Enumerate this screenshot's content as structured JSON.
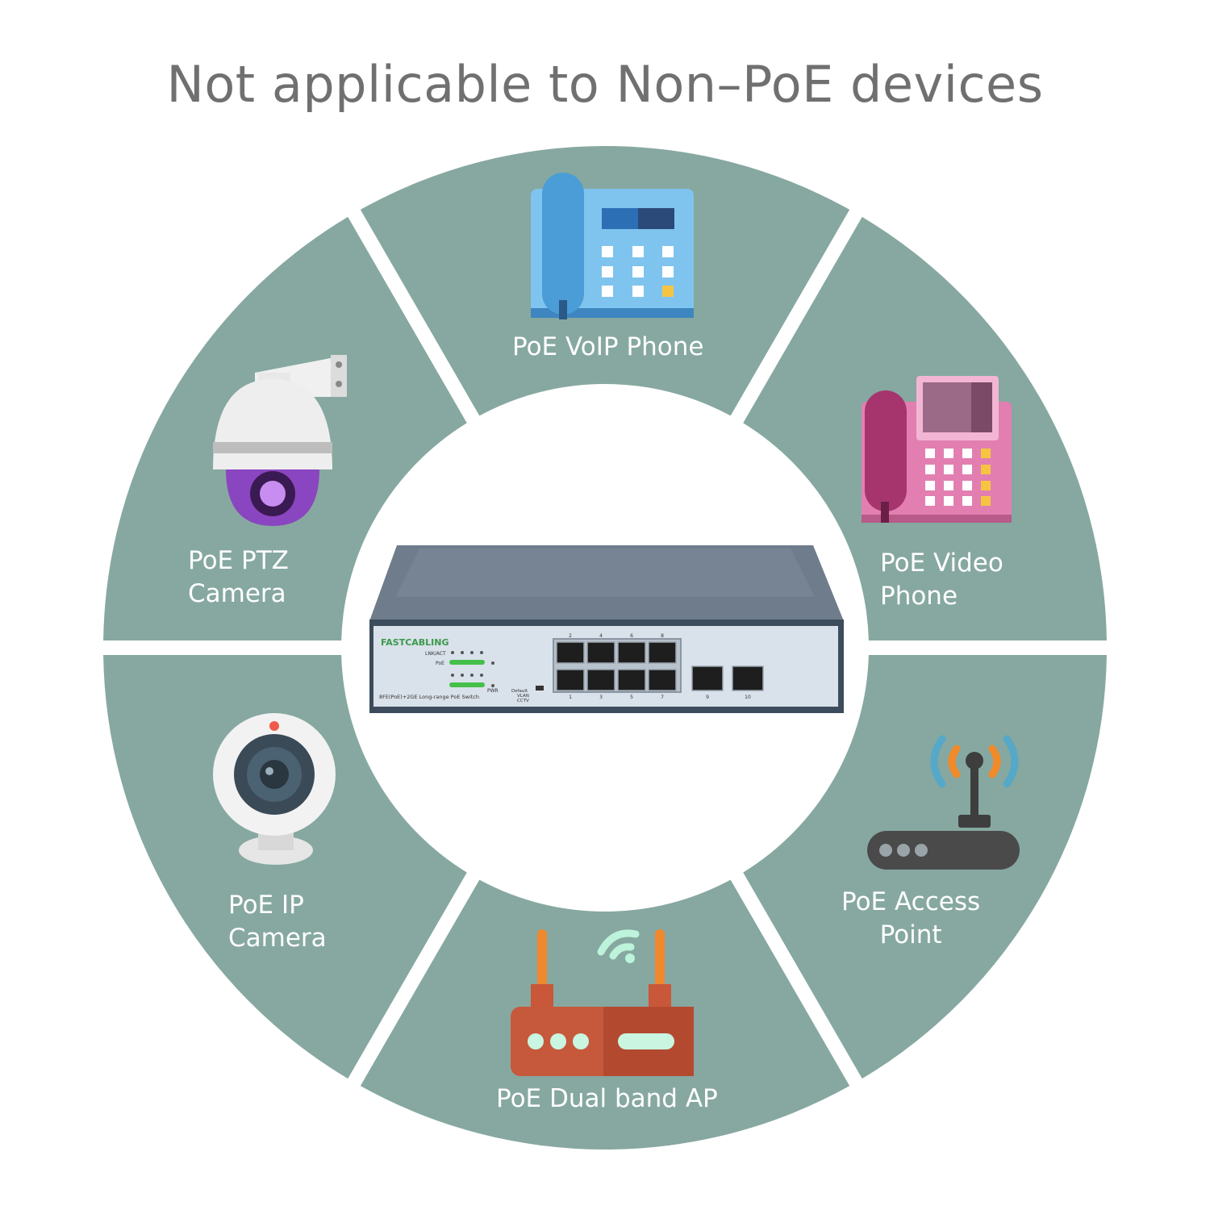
{
  "title": "Not applicable to Non–PoE devices",
  "colors": {
    "segment": "#86a8a0",
    "background": "#ffffff",
    "label": "#ffffff",
    "title": "#707070"
  },
  "devices": [
    {
      "label_lines": [
        "PoE VoIP Phone"
      ],
      "icon": "voip-phone-icon"
    },
    {
      "label_lines": [
        "PoE Video",
        "Phone"
      ],
      "icon": "video-phone-icon"
    },
    {
      "label_lines": [
        "PoE Access",
        "Point"
      ],
      "icon": "access-point-icon"
    },
    {
      "label_lines": [
        "PoE Dual band AP"
      ],
      "icon": "dual-band-router-icon"
    },
    {
      "label_lines": [
        "PoE IP",
        "Camera"
      ],
      "icon": "ip-camera-icon"
    },
    {
      "label_lines": [
        "PoE PTZ",
        "Camera"
      ],
      "icon": "ptz-camera-icon"
    }
  ],
  "center_device": {
    "icon": "poe-switch-icon",
    "brand": "FASTCABLING",
    "model_text": "8FE(PoE)+2GE Long-range PoE Switch",
    "led_labels": [
      "LNK/ACT",
      "PoE",
      "PWR"
    ],
    "mode_labels": [
      "Default",
      "VLAN",
      "CCTV"
    ],
    "top_port_numbers": [
      "2",
      "4",
      "6",
      "8"
    ],
    "bottom_port_numbers": [
      "1",
      "3",
      "5",
      "7"
    ],
    "uplink_port_numbers": [
      "9",
      "10"
    ]
  }
}
